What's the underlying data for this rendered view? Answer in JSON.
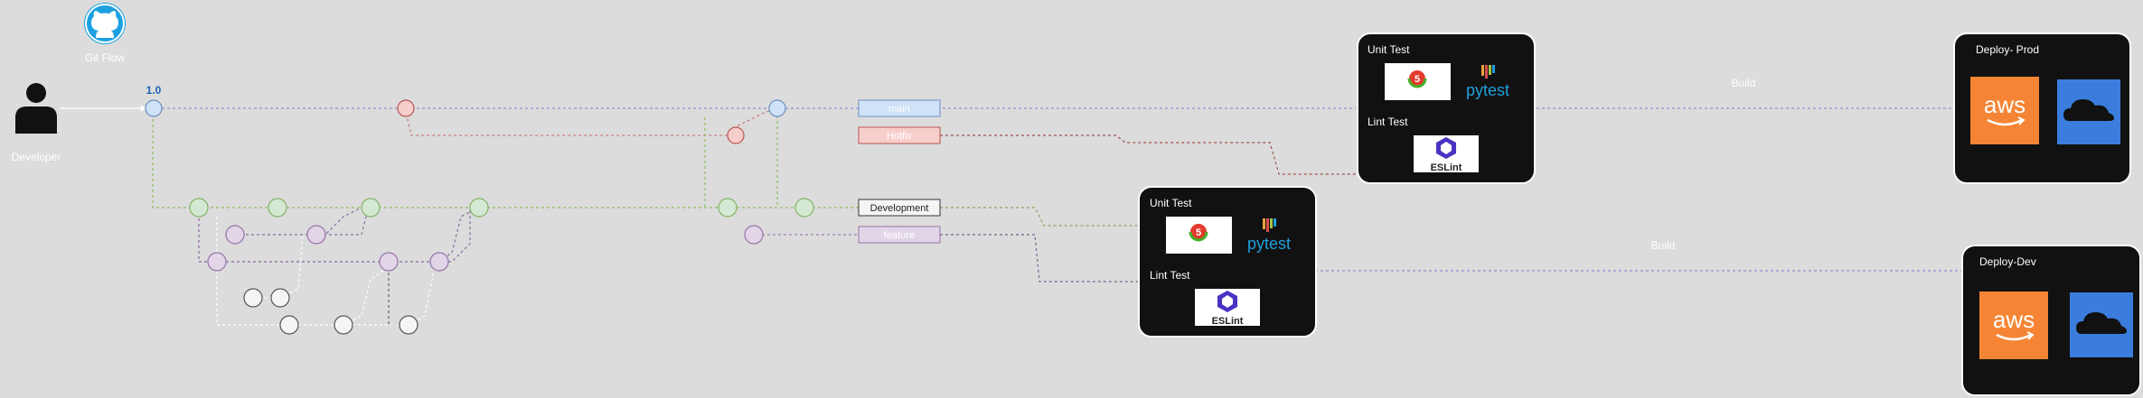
{
  "header": {
    "title": "Git Flow"
  },
  "actor": {
    "label": "Developer"
  },
  "version": {
    "label": "1.0"
  },
  "branches": {
    "main": "main",
    "hotfix": "Hotfix",
    "development": "Development",
    "feature": "feature"
  },
  "build_labels": {
    "prod": "Build",
    "dev": "Build"
  },
  "pipelines": {
    "dev_tests": {
      "unit_test": "Unit Test",
      "lint_test": "Lint Test"
    },
    "prod_tests": {
      "unit_test": "Unit Test",
      "lint_test": "Lint Test"
    },
    "deploy_prod": {
      "title": "Deploy- Prod"
    },
    "deploy_dev": {
      "title": "Deploy-Dev"
    }
  },
  "logos": {
    "pytest_word": "pytest",
    "eslint_word": "ESLint",
    "aws_word": "aws"
  },
  "colors": {
    "main": "#cfe2f8",
    "hotfix": "#f8cecc",
    "development": "#d5e8d4",
    "feature": "#e1d5e7",
    "aws": "#f58534",
    "cloud": "#3b7ddd",
    "github": "#1ba1e2"
  }
}
